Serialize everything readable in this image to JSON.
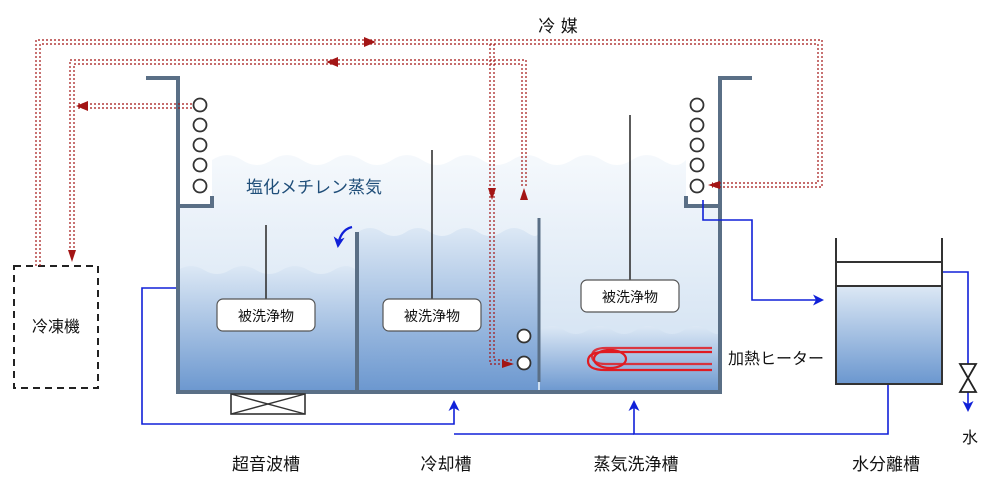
{
  "labels": {
    "refrigerant": "冷 媒",
    "vapor": "塩化メチレン蒸気",
    "workpiece": "被洗浄物",
    "heater": "加熱ヒーター",
    "freezer": "冷凍機",
    "water": "水",
    "ultrasonic_tank": "超音波槽",
    "cooling_tank": "冷却槽",
    "vapor_wash_tank": "蒸気洗浄槽",
    "water_separator": "水分離槽"
  },
  "colors": {
    "tank_wall": "#5a6f86",
    "liquid_top": "#e4eef8",
    "liquid_bottom": "#6b97cf",
    "refrigerant_line": "#a31515",
    "flow_line": "#1020d8",
    "heater": "#e01b22",
    "vapor_text": "#1f4e79"
  },
  "icons": {
    "coil": "coil-icon",
    "valve": "valve-icon",
    "transducer": "ultrasonic-transducer-icon",
    "circulation": "circulation-arrow-icon"
  }
}
